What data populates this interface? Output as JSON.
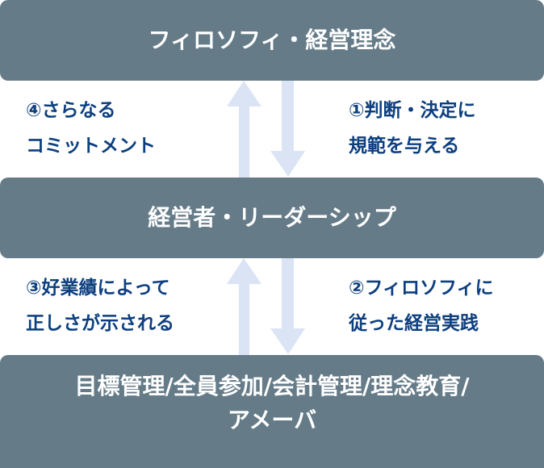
{
  "boxes": {
    "philosophy": "フィロソフィ・経営理念",
    "leadership": "経営者・リーダーシップ",
    "practice_line1": "目標管理/全員参加/会計管理/理念教育/",
    "practice_line2": "アメーバ"
  },
  "labels": {
    "step4_line1": "④さらなる",
    "step4_line2": "コミットメント",
    "step1_line1": "①判断・決定に",
    "step1_line2": "規範を与える",
    "step3_line1": "③好業績によって",
    "step3_line2": "正しさが示される",
    "step2_line1": "②フィロソフィに",
    "step2_line2": "従った経営実践"
  },
  "colors": {
    "box": "#657b88",
    "arrow": "#dbe4f4",
    "label": "#0d3f7f"
  }
}
